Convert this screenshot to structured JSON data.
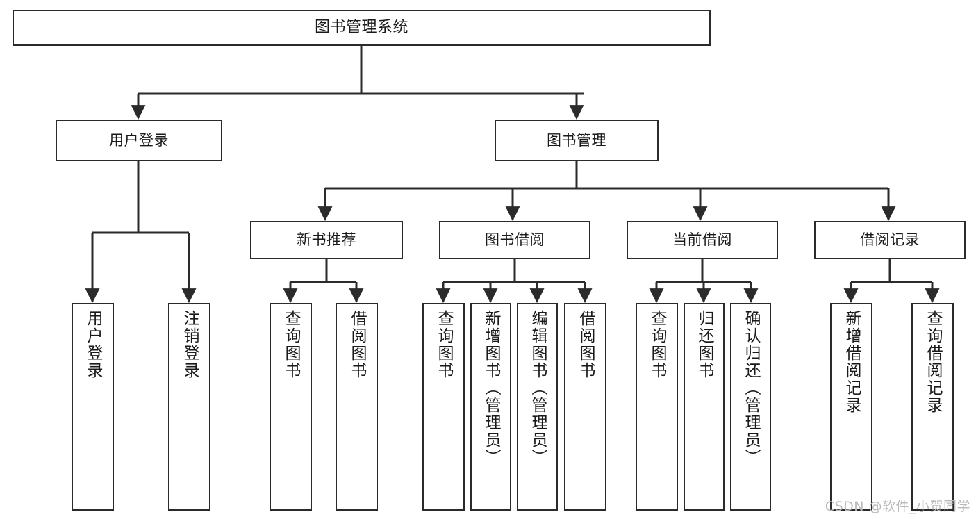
{
  "diagram": {
    "title": "图书管理系统",
    "watermark": "CSDN @软件_小贺同学",
    "colors": {
      "stroke": "#2b2b2b",
      "fill": "#ffffff",
      "text": "#1a1a1a",
      "watermark": "#b9b9b9"
    },
    "root": {
      "label": "图书管理系统"
    },
    "level1": [
      {
        "label": "用户登录"
      },
      {
        "label": "图书管理"
      }
    ],
    "level2": [
      {
        "label": "新书推荐"
      },
      {
        "label": "图书借阅"
      },
      {
        "label": "当前借阅"
      },
      {
        "label": "借阅记录"
      }
    ],
    "leaves": {
      "user_login": [
        {
          "label": "用户登录"
        },
        {
          "label": "注销登录"
        }
      ],
      "new_book_recommend": [
        {
          "label": "查询图书"
        },
        {
          "label": "借阅图书"
        }
      ],
      "book_borrow": [
        {
          "label": "查询图书"
        },
        {
          "label": "新增图书（管理员）"
        },
        {
          "label": "编辑图书（管理员）"
        },
        {
          "label": "借阅图书"
        }
      ],
      "current_borrow": [
        {
          "label": "查询图书"
        },
        {
          "label": "归还图书"
        },
        {
          "label": "确认归还（管理员）"
        }
      ],
      "borrow_record": [
        {
          "label": "新增借阅记录"
        },
        {
          "label": "查询借阅记录"
        }
      ]
    }
  }
}
